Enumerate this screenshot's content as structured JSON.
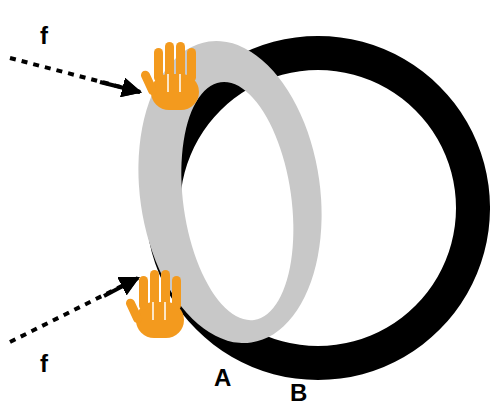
{
  "diagram": {
    "labels": [
      "f",
      "f",
      "A",
      "B"
    ]
  }
}
